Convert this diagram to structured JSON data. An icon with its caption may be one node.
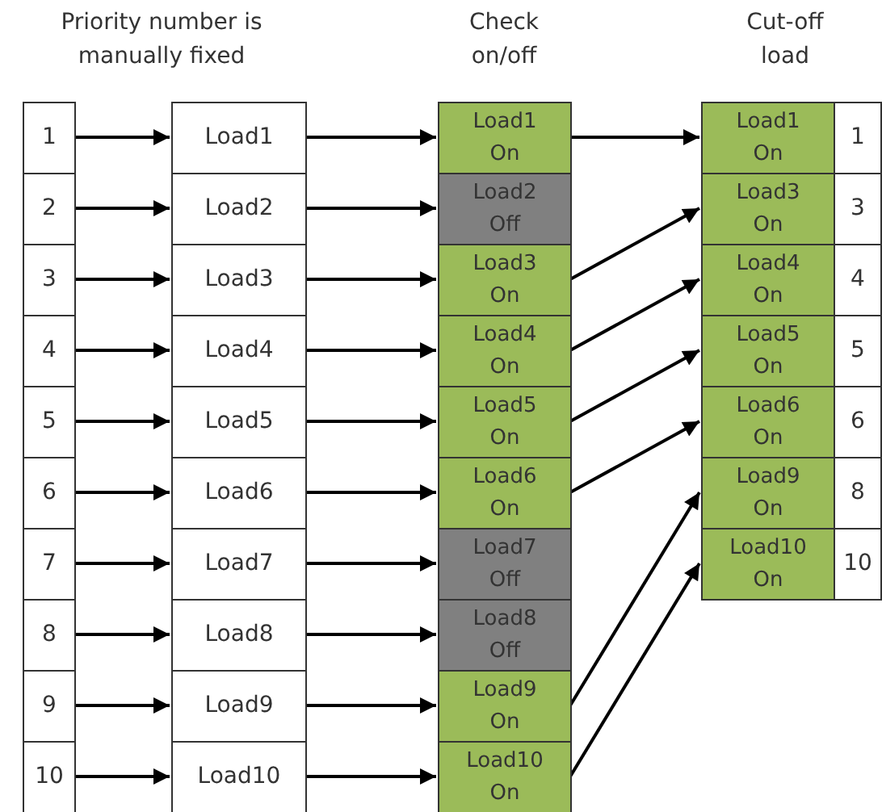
{
  "diagram": {
    "nodes": [
      {
        "text": [
          "1"
        ]
      },
      {
        "text": [
          "2"
        ]
      },
      {
        "text": [
          "3"
        ]
      },
      {
        "text": [
          "4"
        ]
      },
      {
        "text": [
          "5"
        ]
      },
      {
        "text": [
          "6"
        ]
      },
      {
        "text": [
          "7"
        ]
      },
      {
        "text": [
          "8"
        ]
      },
      {
        "text": [
          "9"
        ]
      },
      {
        "text": [
          "10"
        ]
      },
      {
        "text": [
          "Load1"
        ]
      },
      {
        "text": [
          "Load2"
        ]
      },
      {
        "text": [
          "Load3"
        ]
      },
      {
        "text": [
          "Load4"
        ]
      },
      {
        "text": [
          "Load5"
        ]
      },
      {
        "text": [
          "Load6"
        ]
      },
      {
        "text": [
          "Load7"
        ]
      },
      {
        "text": [
          "Load8"
        ]
      },
      {
        "text": [
          "Load9"
        ]
      },
      {
        "text": [
          "Load10"
        ]
      },
      {
        "text": [
          "Load1",
          "On"
        ]
      },
      {
        "text": [
          "Load2",
          "Off"
        ]
      },
      {
        "text": [
          "Load3",
          "On"
        ]
      },
      {
        "text": [
          "Load4",
          "On"
        ]
      },
      {
        "text": [
          "Load5",
          "On"
        ]
      },
      {
        "text": [
          "Load6",
          "On"
        ]
      },
      {
        "text": [
          "Load7",
          "Off"
        ]
      },
      {
        "text": [
          "Load8",
          "Off"
        ]
      },
      {
        "text": [
          "Load9",
          "On"
        ]
      },
      {
        "text": [
          "Load10",
          "On"
        ]
      },
      {
        "text": [
          "Load1",
          "On"
        ]
      },
      {
        "text": [
          "Load3",
          "On"
        ]
      },
      {
        "text": [
          "Load4",
          "On"
        ]
      },
      {
        "text": [
          "Load5",
          "On"
        ]
      },
      {
        "text": [
          "Load6",
          "On"
        ]
      },
      {
        "text": [
          "Load9",
          "On"
        ]
      },
      {
        "text": [
          "Load10",
          "On"
        ]
      },
      {
        "text": [
          "1"
        ]
      },
      {
        "text": [
          "3"
        ]
      },
      {
        "text": [
          "4"
        ]
      },
      {
        "text": [
          "5"
        ]
      },
      {
        "text": [
          "6"
        ]
      },
      {
        "text": [
          "8"
        ]
      },
      {
        "text": [
          "10"
        ]
      }
    ],
    "edges": [
      {
        "from": 0,
        "to": 10,
        "arrow": "to"
      },
      {
        "from": 1,
        "to": 11,
        "arrow": "to"
      },
      {
        "from": 2,
        "to": 12,
        "arrow": "to"
      },
      {
        "from": 3,
        "to": 13,
        "arrow": "to"
      },
      {
        "from": 4,
        "to": 14,
        "arrow": "to"
      },
      {
        "from": 5,
        "to": 15,
        "arrow": "to"
      },
      {
        "from": 6,
        "to": 16,
        "arrow": "to"
      },
      {
        "from": 7,
        "to": 17,
        "arrow": "to"
      },
      {
        "from": 8,
        "to": 18,
        "arrow": "to"
      },
      {
        "from": 9,
        "to": 19,
        "arrow": "to"
      },
      {
        "from": 10,
        "to": 20,
        "arrow": "to"
      },
      {
        "from": 11,
        "to": 21,
        "arrow": "to"
      },
      {
        "from": 12,
        "to": 22,
        "arrow": "to"
      },
      {
        "from": 13,
        "to": 23,
        "arrow": "to"
      },
      {
        "from": 14,
        "to": 24,
        "arrow": "to"
      },
      {
        "from": 15,
        "to": 25,
        "arrow": "to"
      },
      {
        "from": 16,
        "to": 26,
        "arrow": "to"
      },
      {
        "from": 17,
        "to": 27,
        "arrow": "to"
      },
      {
        "from": 18,
        "to": 28,
        "arrow": "to"
      },
      {
        "from": 19,
        "to": 29,
        "arrow": "to"
      },
      {
        "from": 20,
        "to": 30,
        "arrow": "to"
      },
      {
        "from": 22,
        "to": 31,
        "arrow": "to"
      },
      {
        "from": 23,
        "to": 32,
        "arrow": "to"
      },
      {
        "from": 24,
        "to": 33,
        "arrow": "to"
      },
      {
        "from": 25,
        "to": 34,
        "arrow": "to"
      },
      {
        "from": 28,
        "to": 35,
        "arrow": "to"
      },
      {
        "from": 29,
        "to": 36,
        "arrow": "to"
      }
    ],
    "labels": [
      "Priority number is manually fixed",
      "Check on/off",
      "Cut-off load"
    ]
  }
}
